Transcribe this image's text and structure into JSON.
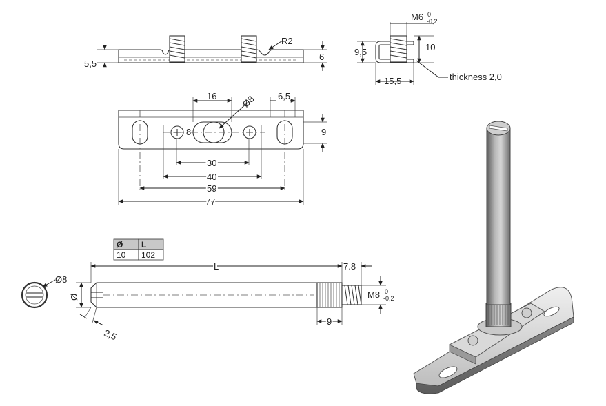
{
  "dimensions": {
    "side_view": {
      "height_5_5": "5,5",
      "height_6": "6",
      "radius": "R2"
    },
    "end_view": {
      "thread": "M6",
      "tol_upper": "0",
      "tol_lower": "-0,2",
      "height_9_5": "9,5",
      "height_10": "10",
      "width": "15,5",
      "thickness": "thickness 2,0"
    },
    "top_view": {
      "d16": "16",
      "dia8": "Ø8",
      "d6_5": "6,5",
      "d8": "8",
      "d9": "9",
      "d30": "30",
      "d40": "40",
      "d59": "59",
      "d77": "77"
    },
    "pin_view": {
      "end_dia": "Ø8",
      "length": "L",
      "thread_len": "7.8",
      "dia": "Ø",
      "thread": "M8",
      "tol_upper": "0",
      "tol_lower": "-0,2",
      "knurl_len": "9",
      "chamfer": "2,5"
    }
  },
  "table": {
    "headers": [
      "Ø",
      "L"
    ],
    "rows": [
      [
        "10",
        "102"
      ]
    ]
  }
}
